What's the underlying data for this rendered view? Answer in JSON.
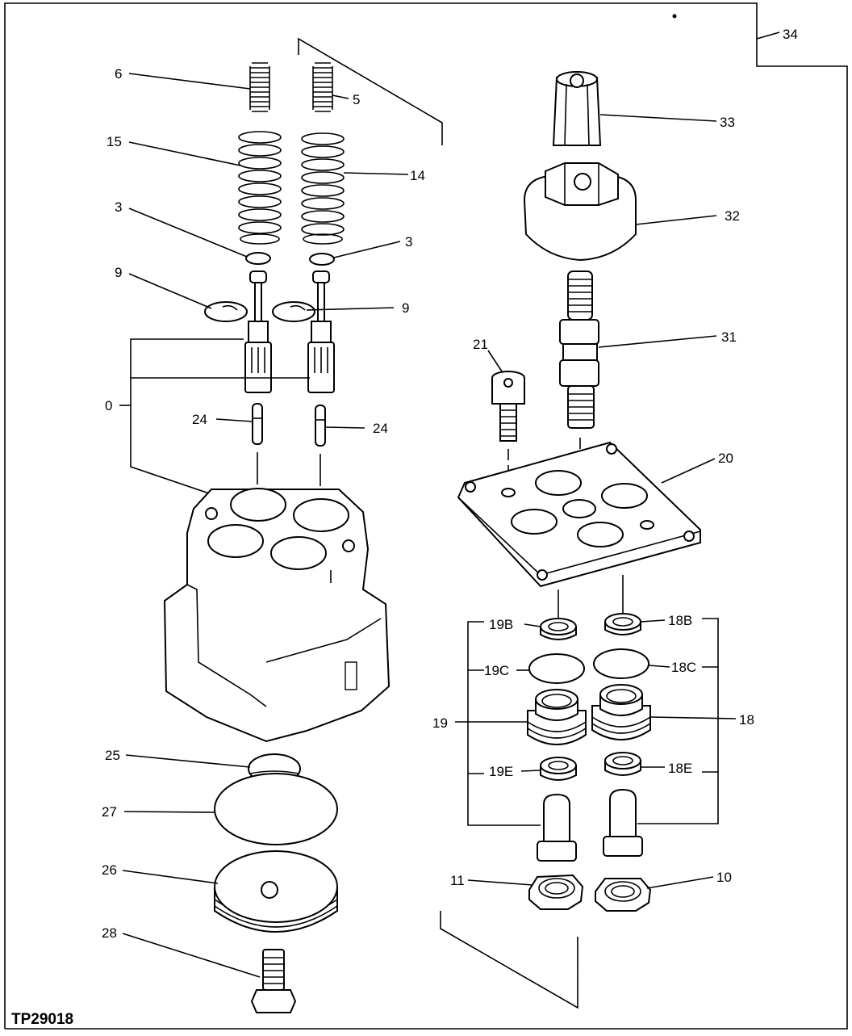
{
  "figure_id": "TP29018",
  "callouts": [
    {
      "key": "c34",
      "text": "34"
    },
    {
      "key": "c6",
      "text": "6"
    },
    {
      "key": "c5",
      "text": "5"
    },
    {
      "key": "c15",
      "text": "15"
    },
    {
      "key": "c14",
      "text": "14"
    },
    {
      "key": "c3a",
      "text": "3"
    },
    {
      "key": "c3b",
      "text": "3"
    },
    {
      "key": "c9a",
      "text": "9"
    },
    {
      "key": "c9b",
      "text": "9"
    },
    {
      "key": "c0",
      "text": "0"
    },
    {
      "key": "c24a",
      "text": "24"
    },
    {
      "key": "c24b",
      "text": "24"
    },
    {
      "key": "c25",
      "text": "25"
    },
    {
      "key": "c27",
      "text": "27"
    },
    {
      "key": "c26",
      "text": "26"
    },
    {
      "key": "c28",
      "text": "28"
    },
    {
      "key": "c33",
      "text": "33"
    },
    {
      "key": "c32",
      "text": "32"
    },
    {
      "key": "c31",
      "text": "31"
    },
    {
      "key": "c21",
      "text": "21"
    },
    {
      "key": "c20",
      "text": "20"
    },
    {
      "key": "c19B",
      "text": "19B"
    },
    {
      "key": "c18B",
      "text": "18B"
    },
    {
      "key": "c19C",
      "text": "19C"
    },
    {
      "key": "c18C",
      "text": "18C"
    },
    {
      "key": "c19",
      "text": "19"
    },
    {
      "key": "c18",
      "text": "18"
    },
    {
      "key": "c19E",
      "text": "19E"
    },
    {
      "key": "c18E",
      "text": "18E"
    },
    {
      "key": "c11",
      "text": "11"
    },
    {
      "key": "c10",
      "text": "10"
    }
  ]
}
